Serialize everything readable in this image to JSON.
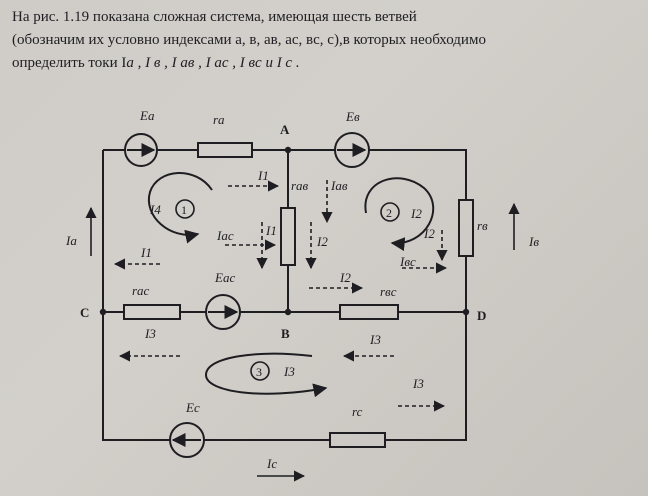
{
  "paragraph": {
    "line1": "На рис. 1.19 показана сложная система, имеющая шесть ветвей",
    "line2a": "(обозначим их условно индексами a, в, aв, ac, вc, c),",
    "line2b": "в которых необходимо",
    "line3": "определить токи I",
    "line3_rest": "a , I в , I aв , I ac , I вc и I c ."
  },
  "diagram": {
    "nodes": {
      "A": "A",
      "B": "B",
      "C": "C",
      "D": "D"
    },
    "emf": {
      "Ea": "Ea",
      "Eb": "Eв",
      "Eac": "Eac",
      "Ec": "Ec"
    },
    "resistors": {
      "ra": "ra",
      "rab": "raв",
      "rb": "rв",
      "rac": "rac",
      "rbc": "rвc",
      "rc": "rc"
    },
    "currents": {
      "I1": "I1",
      "I2": "I2",
      "I3": "I3",
      "Ia": "Ia",
      "Ib": "Iв",
      "Iab": "Iaв",
      "Iac": "Iac",
      "Ibc": "Iвc",
      "Ic": "Ic"
    },
    "loops": {
      "loop1": "1",
      "loop2": "2",
      "loop3": "3",
      "I4": "I4"
    }
  }
}
